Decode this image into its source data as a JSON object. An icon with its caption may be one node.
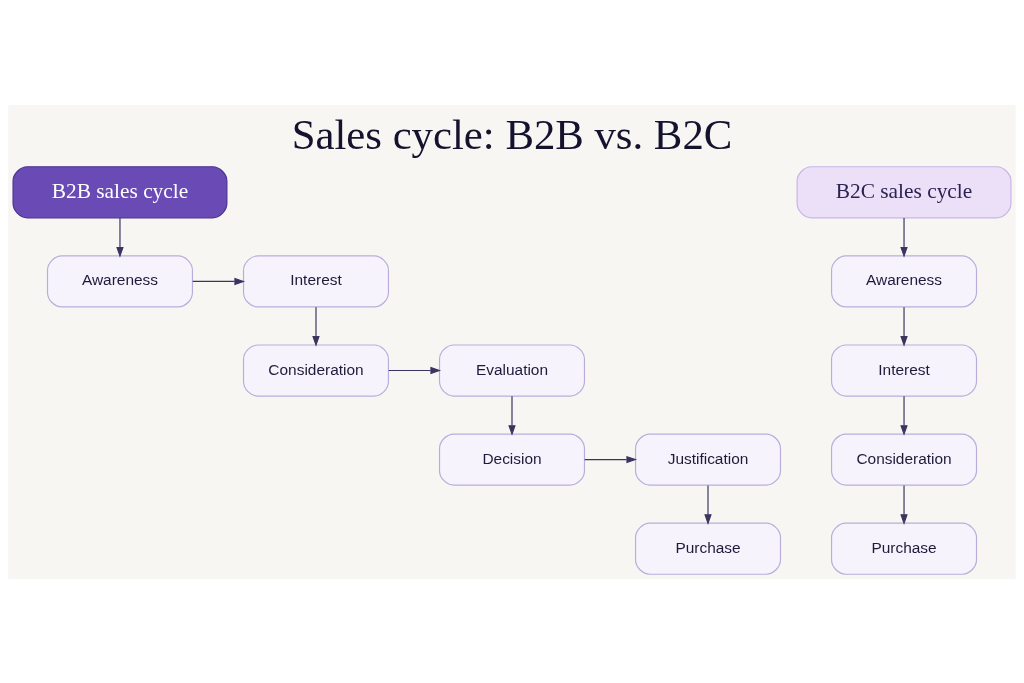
{
  "diagram": {
    "title": "Sales cycle: B2B vs. B2C",
    "nodes": [
      {
        "text": [
          "B2B sales cycle"
        ]
      },
      {
        "text": [
          "Awareness"
        ]
      },
      {
        "text": [
          "Interest"
        ]
      },
      {
        "text": [
          "Consideration"
        ]
      },
      {
        "text": [
          "Evaluation"
        ]
      },
      {
        "text": [
          "Decision"
        ]
      },
      {
        "text": [
          "Justification"
        ]
      },
      {
        "text": [
          "Purchase"
        ]
      },
      {
        "text": [
          "B2C sales cycle"
        ]
      },
      {
        "text": [
          "Awareness"
        ]
      },
      {
        "text": [
          "Interest"
        ]
      },
      {
        "text": [
          "Consideration"
        ]
      },
      {
        "text": [
          "Purchase"
        ]
      }
    ],
    "edges": [
      {
        "from": 0,
        "to": 1,
        "arrow": "to"
      },
      {
        "from": 1,
        "to": 2,
        "arrow": "to"
      },
      {
        "from": 2,
        "to": 3,
        "arrow": "to"
      },
      {
        "from": 3,
        "to": 4,
        "arrow": "to"
      },
      {
        "from": 4,
        "to": 5,
        "arrow": "to"
      },
      {
        "from": 5,
        "to": 6,
        "arrow": "to"
      },
      {
        "from": 6,
        "to": 7,
        "arrow": "to"
      },
      {
        "from": 8,
        "to": 9,
        "arrow": "to"
      },
      {
        "from": 9,
        "to": 10,
        "arrow": "to"
      },
      {
        "from": 10,
        "to": 11,
        "arrow": "to"
      },
      {
        "from": 11,
        "to": 12,
        "arrow": "to"
      }
    ]
  }
}
